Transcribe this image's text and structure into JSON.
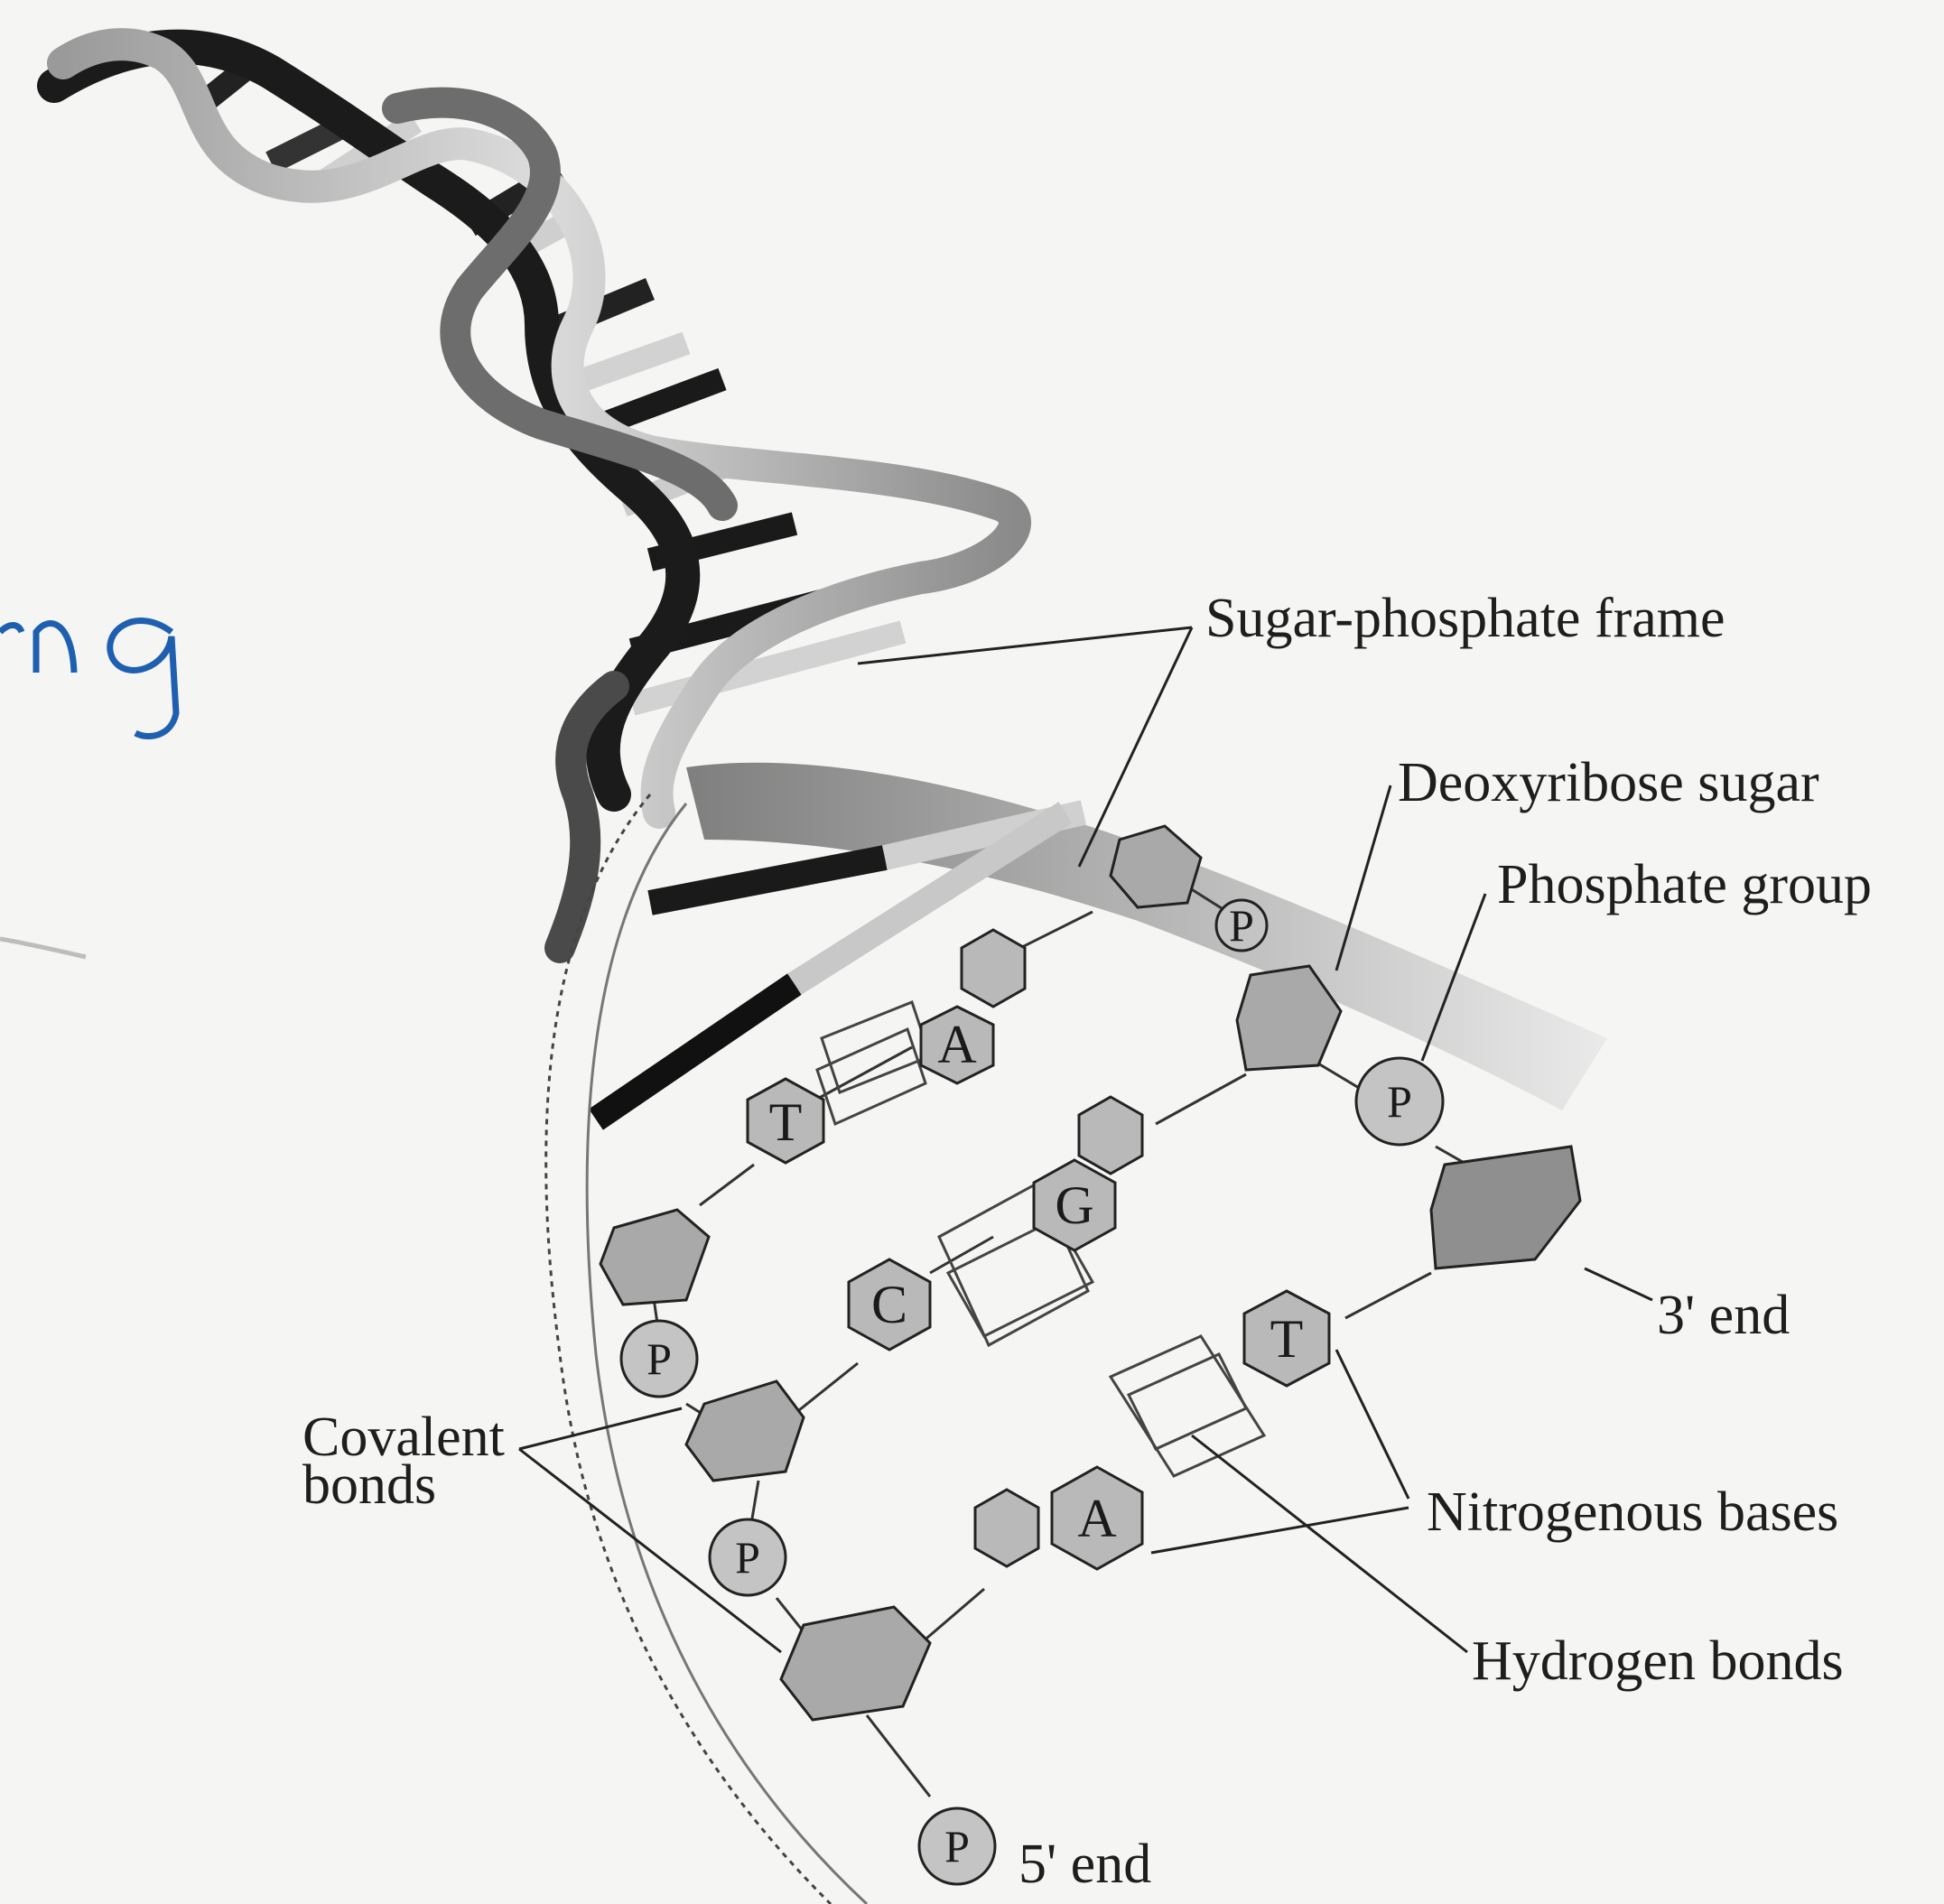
{
  "labels": {
    "sugar_phosphate_frame": "Sugar-phosphate frame",
    "deoxyribose_sugar": "Deoxyribose sugar",
    "phosphate_group": "Phosphate group",
    "three_prime_end": "3' end",
    "covalent_line1": "Covalent",
    "covalent_line2": "bonds",
    "nitrogenous_bases": "Nitrogenous bases",
    "hydrogen_bonds": "Hydrogen bonds",
    "five_prime_end": "5' end"
  },
  "bases": {
    "b1": "A",
    "b2": "T",
    "b3": "G",
    "b4": "C",
    "b5": "T",
    "b6": "A"
  },
  "phosphate_symbol": "P",
  "handwriting": "ng"
}
